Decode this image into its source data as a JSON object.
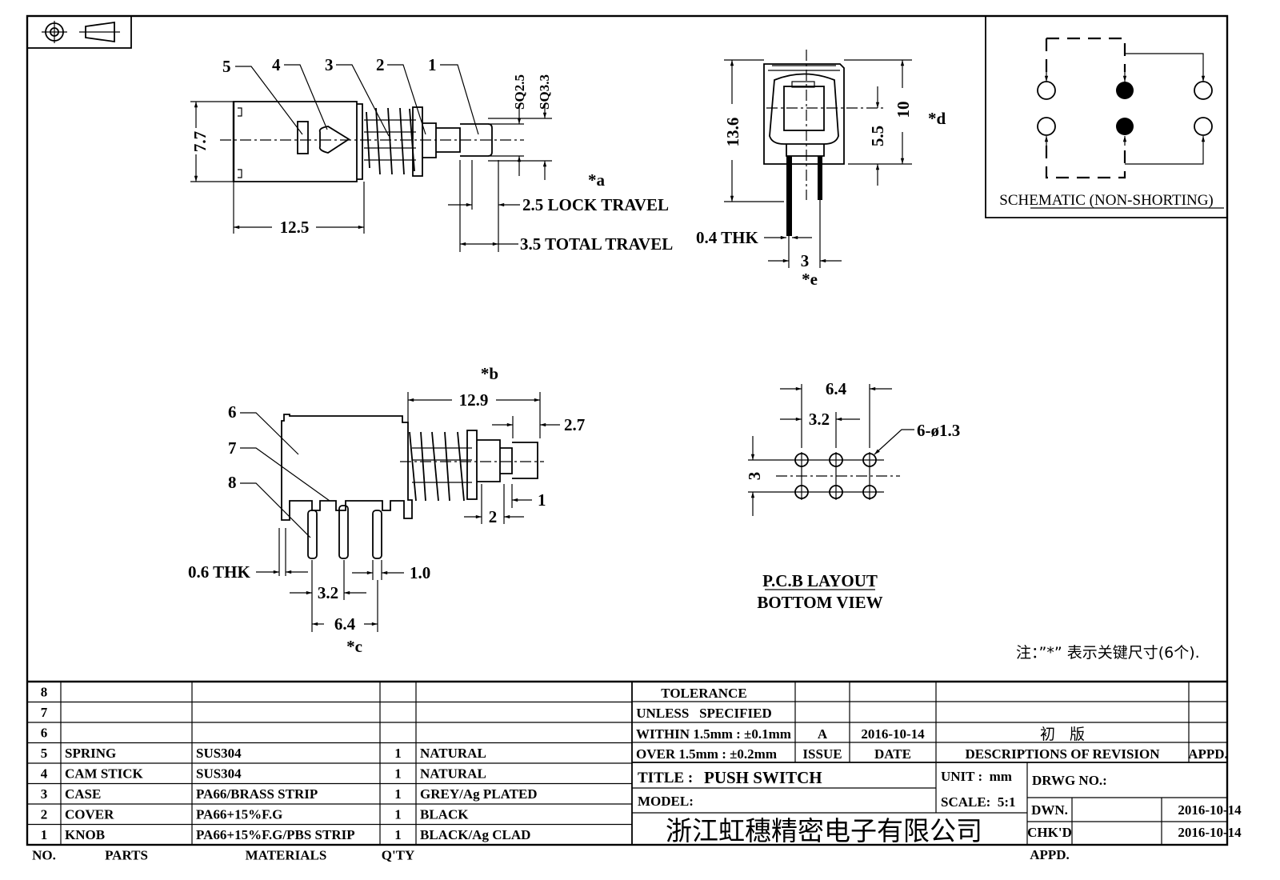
{
  "projection_symbol": "first-angle-projection-icon",
  "top_view": {
    "callouts": [
      "5",
      "4",
      "3",
      "2",
      "1"
    ],
    "dims": {
      "height": "7.7",
      "length": "12.5",
      "sq_inner": "SQ2.5",
      "sq_outer": "SQ3.3",
      "lock_travel": "2.5 LOCK TRAVEL",
      "total_travel": "3.5 TOTAL TRAVEL",
      "key_mark": "*a"
    }
  },
  "front_view": {
    "dims": {
      "overall_height": "13.6",
      "body_height": "10",
      "axis_height": "5.5",
      "pin_thk": "0.4 THK",
      "pin_pitch": "3",
      "key_mark_d": "*d",
      "key_mark_e": "*e"
    }
  },
  "schematic": {
    "title": "SCHEMATIC (NON-SHORTING)"
  },
  "side_view": {
    "callouts": [
      "6",
      "7",
      "8"
    ],
    "dims": {
      "overall": "12.9",
      "knob": "2.7",
      "step_a": "1",
      "step_b": "2",
      "pin_thk": "0.6 THK",
      "pin_w": "1.0",
      "pitch_half": "3.2",
      "pitch_full": "6.4",
      "key_mark_b": "*b",
      "key_mark_c": "*c"
    }
  },
  "pcb_layout": {
    "dims": {
      "span": "6.4",
      "pitch": "3.2",
      "row_pitch": "3",
      "holes": "6-ø1.3"
    },
    "title_line1": "P.C.B LAYOUT",
    "title_line2": "BOTTOM VIEW"
  },
  "note": "注：”*”  表示关键尺寸(6个).",
  "bom": {
    "header": {
      "no": "NO.",
      "parts": "PARTS",
      "materials": "MATERIALS",
      "qty": "Q'TY",
      "finish": ""
    },
    "rows": [
      {
        "no": "8",
        "parts": "",
        "materials": "",
        "qty": "",
        "finish": ""
      },
      {
        "no": "7",
        "parts": "",
        "materials": "",
        "qty": "",
        "finish": ""
      },
      {
        "no": "6",
        "parts": "",
        "materials": "",
        "qty": "",
        "finish": ""
      },
      {
        "no": "5",
        "parts": "SPRING",
        "materials": "SUS304",
        "qty": "1",
        "finish": "NATURAL"
      },
      {
        "no": "4",
        "parts": "CAM STICK",
        "materials": "SUS304",
        "qty": "1",
        "finish": "NATURAL"
      },
      {
        "no": "3",
        "parts": "CASE",
        "materials": "PA66/BRASS STRIP",
        "qty": "1",
        "finish": "GREY/Ag PLATED"
      },
      {
        "no": "2",
        "parts": "COVER",
        "materials": "PA66+15%F.G",
        "qty": "1",
        "finish": "BLACK"
      },
      {
        "no": "1",
        "parts": "KNOB",
        "materials": "PA66+15%F.G/PBS STRIP",
        "qty": "1",
        "finish": "BLACK/Ag CLAD"
      }
    ]
  },
  "title_block": {
    "tolerance_line1": "TOLERANCE",
    "tolerance_line2": "UNLESS   SPECIFIED",
    "within": "WITHIN 1.5mm : ±0.1mm",
    "over": "OVER 1.5mm : ±0.2mm",
    "revision": {
      "issue": "A",
      "date": "2016-10-14",
      "description": "初   版"
    },
    "rev_headers": {
      "issue": "ISSUE",
      "date": "DATE",
      "description": "DESCRIPTIONS OF REVISION",
      "appd": "APPD."
    },
    "title_label": "TITLE :",
    "title_value": "PUSH SWITCH",
    "unit": "UNIT :  mm",
    "model_label": "MODEL:",
    "scale": "SCALE:  5:1",
    "drwg_no": "DRWG NO.:",
    "company": "浙江虹穗精密电子有限公司",
    "dwn_label": "DWN.",
    "dwn_date": "2016-10-14",
    "chkd_label": "CHK'D",
    "chkd_date": "2016-10-14",
    "appd_label": "APPD."
  }
}
